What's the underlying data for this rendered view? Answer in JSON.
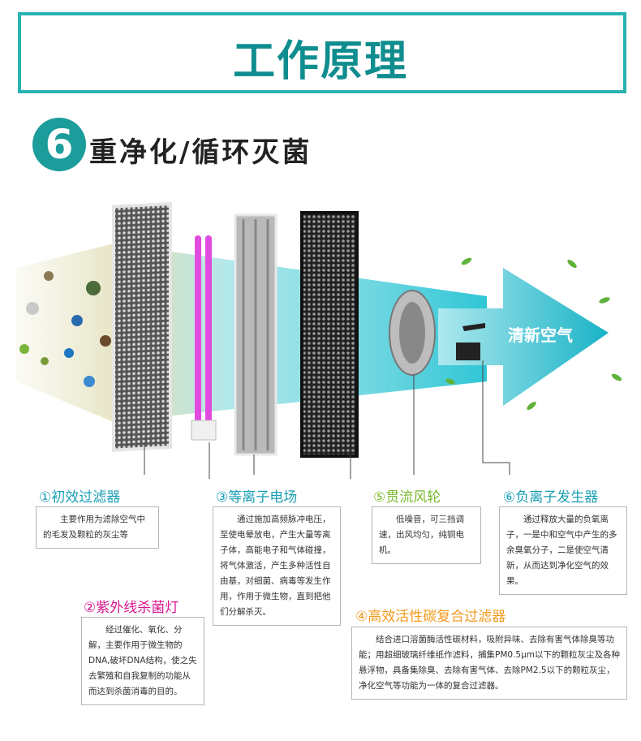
{
  "header": {
    "title": "工作原理"
  },
  "subtitle": {
    "number": "6",
    "text": "重净化/循环灭菌"
  },
  "arrow": {
    "label": "清新空气"
  },
  "components": [
    {
      "label": "①初效过滤器",
      "desc": "主要作用为滤除空气中的毛发及颗粒的灰尘等"
    },
    {
      "label": "②紫外线杀菌灯",
      "desc": "经过催化、氧化、分解，主要作用于微生物的DNA,破坏DNA结构，使之失去繁殖和自我复制的功能从而达到杀菌消毒的目的。"
    },
    {
      "label": "③等离子电场",
      "desc": "通过施加高频脉冲电压，至使电晕放电，产生大量等离子体，高能电子和气体碰撞，将气体激活，产生多种活性自由基，对细菌、病毒等发生作用，作用于微生物，直到把他们分解杀灭。"
    },
    {
      "label": "④高效活性碳复合过滤器",
      "desc": "结合进口溶菌酶活性碳材料，吸附异味、去除有害气体除臭等功能；用超细玻璃纤维纸作滤料，捕集PM0.5μm以下的颗粒灰尘及各种悬浮物，具备集除臭、去除有害气体、去除PM2.5以下的颗粒灰尘，净化空气等功能为一体的复合过滤器。"
    },
    {
      "label": "⑤贯流风轮",
      "desc": "低噪音，可三挡调速，出风均匀，纯铜电机。"
    },
    {
      "label": "⑥负离子发生器",
      "desc": "通过释放大量的负氧离子，一是中和空气中产生的多余臭氧分子，二是使空气清新，从而达到净化空气的效果。"
    }
  ],
  "colors": {
    "teal": "#1a9fb4",
    "pink": "#d8168e",
    "green": "#7bbb2f",
    "orange": "#f39a1e",
    "header_border": "#29b3b0"
  }
}
